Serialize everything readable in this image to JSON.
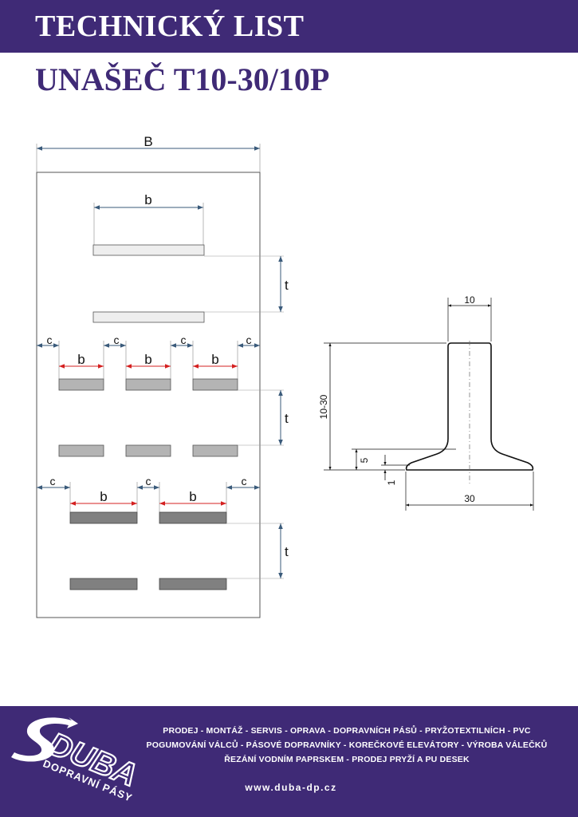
{
  "header": {
    "title": "TECHNICKÝ LIST",
    "subtitle": "UNAŠEČ T10-30/10P"
  },
  "drawing": {
    "labels": {
      "B": "B",
      "b": "b",
      "c": "c",
      "t": "t"
    },
    "profile": {
      "top_width": "10",
      "height": "10-30",
      "base_width": "30",
      "fillet": "5",
      "base_thickness": "1"
    },
    "colors": {
      "strip_light": "#eeeeee",
      "strip_medium": "#b4b4b4",
      "strip_dark": "#808080",
      "dimension": "#3a5a7a",
      "arrow_red": "#d42020"
    }
  },
  "footer": {
    "services": [
      "PRODEJ - MONTÁŽ - SERVIS - OPRAVA - DOPRAVNÍCH PÁSŮ - PRYŽOTEXTILNÍCH - PVC",
      "POGUMOVÁNÍ VÁLCŮ - PÁSOVÉ DOPRAVNÍKY - KOREČKOVÉ ELEVÁTORY - VÝROBA VÁLEČKŮ",
      "ŘEZÁNÍ VODNÍM PAPRSKEM - PRODEJ PRYŽÍ A PU DESEK"
    ],
    "website": "www.duba-dp.cz",
    "logo_name": "DUBA",
    "logo_tagline": "DOPRAVNÍ PÁSY"
  }
}
